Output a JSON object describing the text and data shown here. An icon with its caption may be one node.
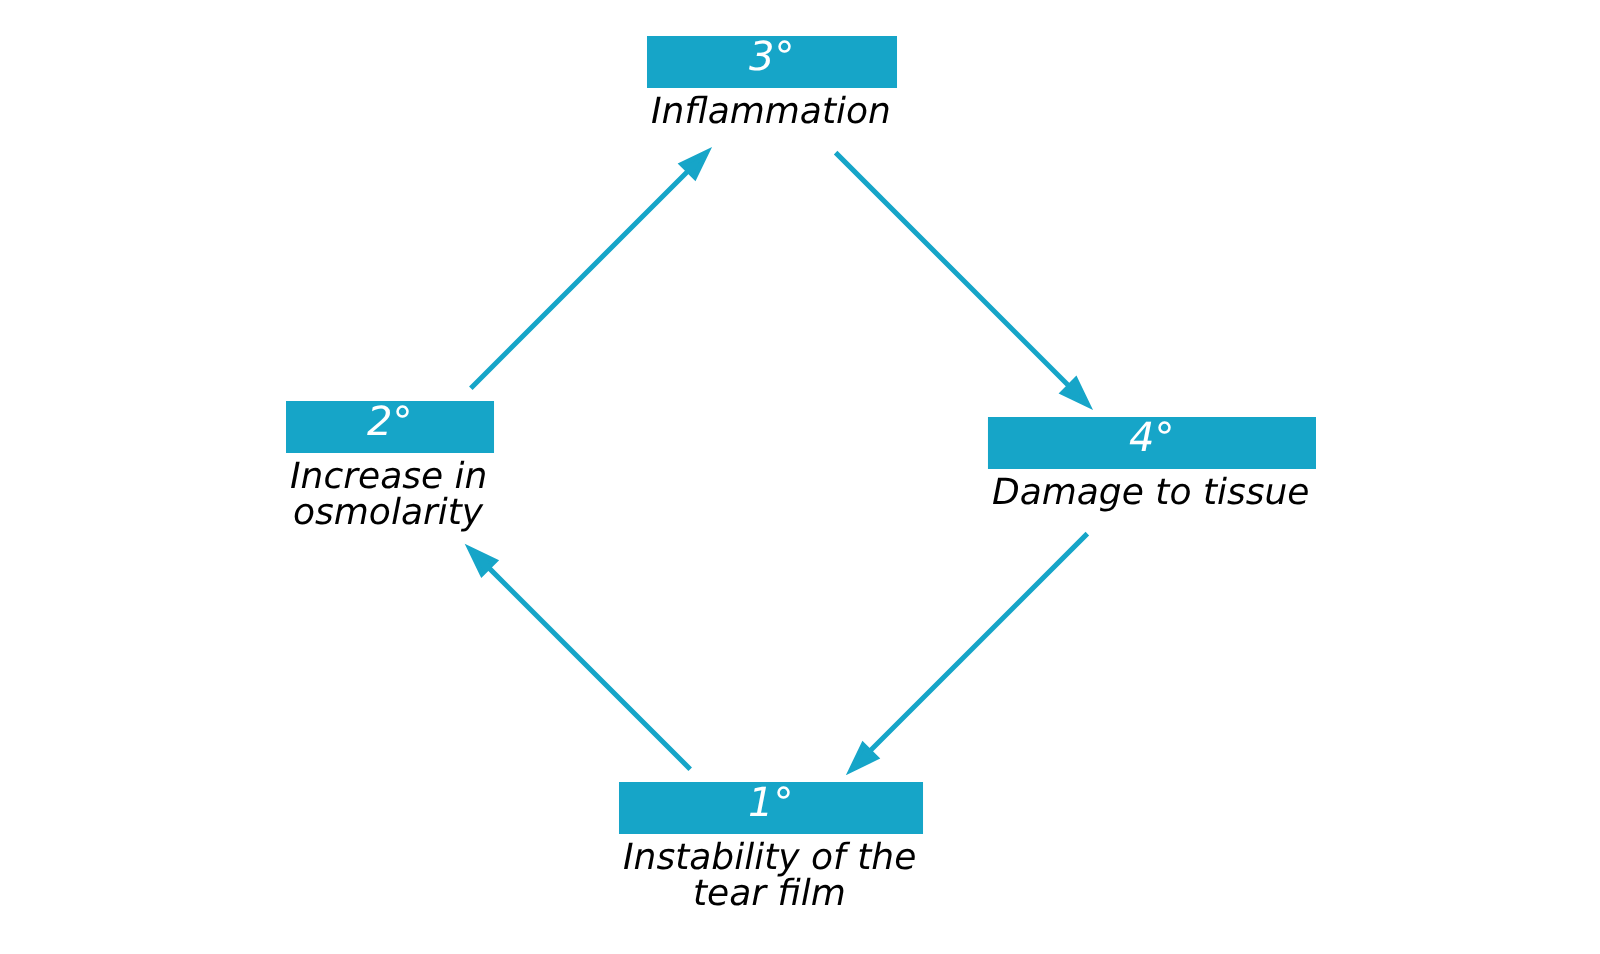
{
  "diagram": {
    "nodes": [
      {
        "text": [
          "1°",
          "Instability of the tear film"
        ]
      },
      {
        "text": [
          "2°",
          "Increase in osmolarity"
        ]
      },
      {
        "text": [
          "3°",
          "Inflammation"
        ]
      },
      {
        "text": [
          "4°",
          "Damage to tissue"
        ]
      }
    ],
    "edges": [
      {
        "from": 0,
        "to": 1,
        "arrow": "to"
      },
      {
        "from": 1,
        "to": 2,
        "arrow": "to"
      },
      {
        "from": 2,
        "to": 3,
        "arrow": "to"
      },
      {
        "from": 3,
        "to": 0,
        "arrow": "to"
      }
    ]
  }
}
